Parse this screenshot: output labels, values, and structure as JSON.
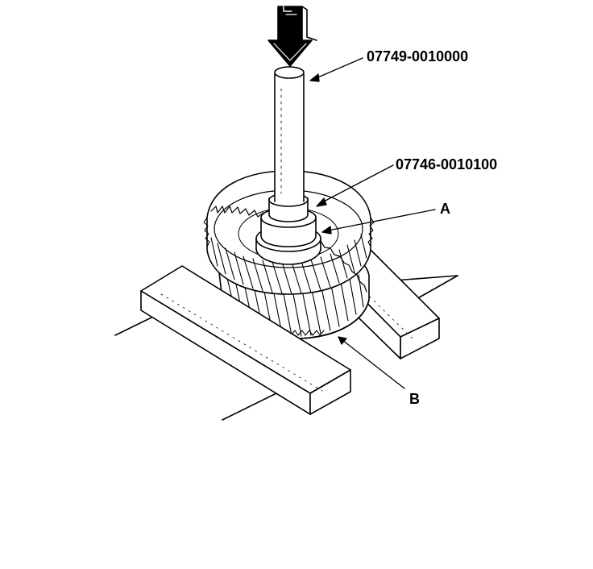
{
  "labels": {
    "tool_driver": "07749-0010000",
    "tool_attachment": "07746-0010100",
    "part_a": "A",
    "part_b": "B"
  },
  "colors": {
    "ink": "#000000",
    "paper": "#ffffff"
  }
}
